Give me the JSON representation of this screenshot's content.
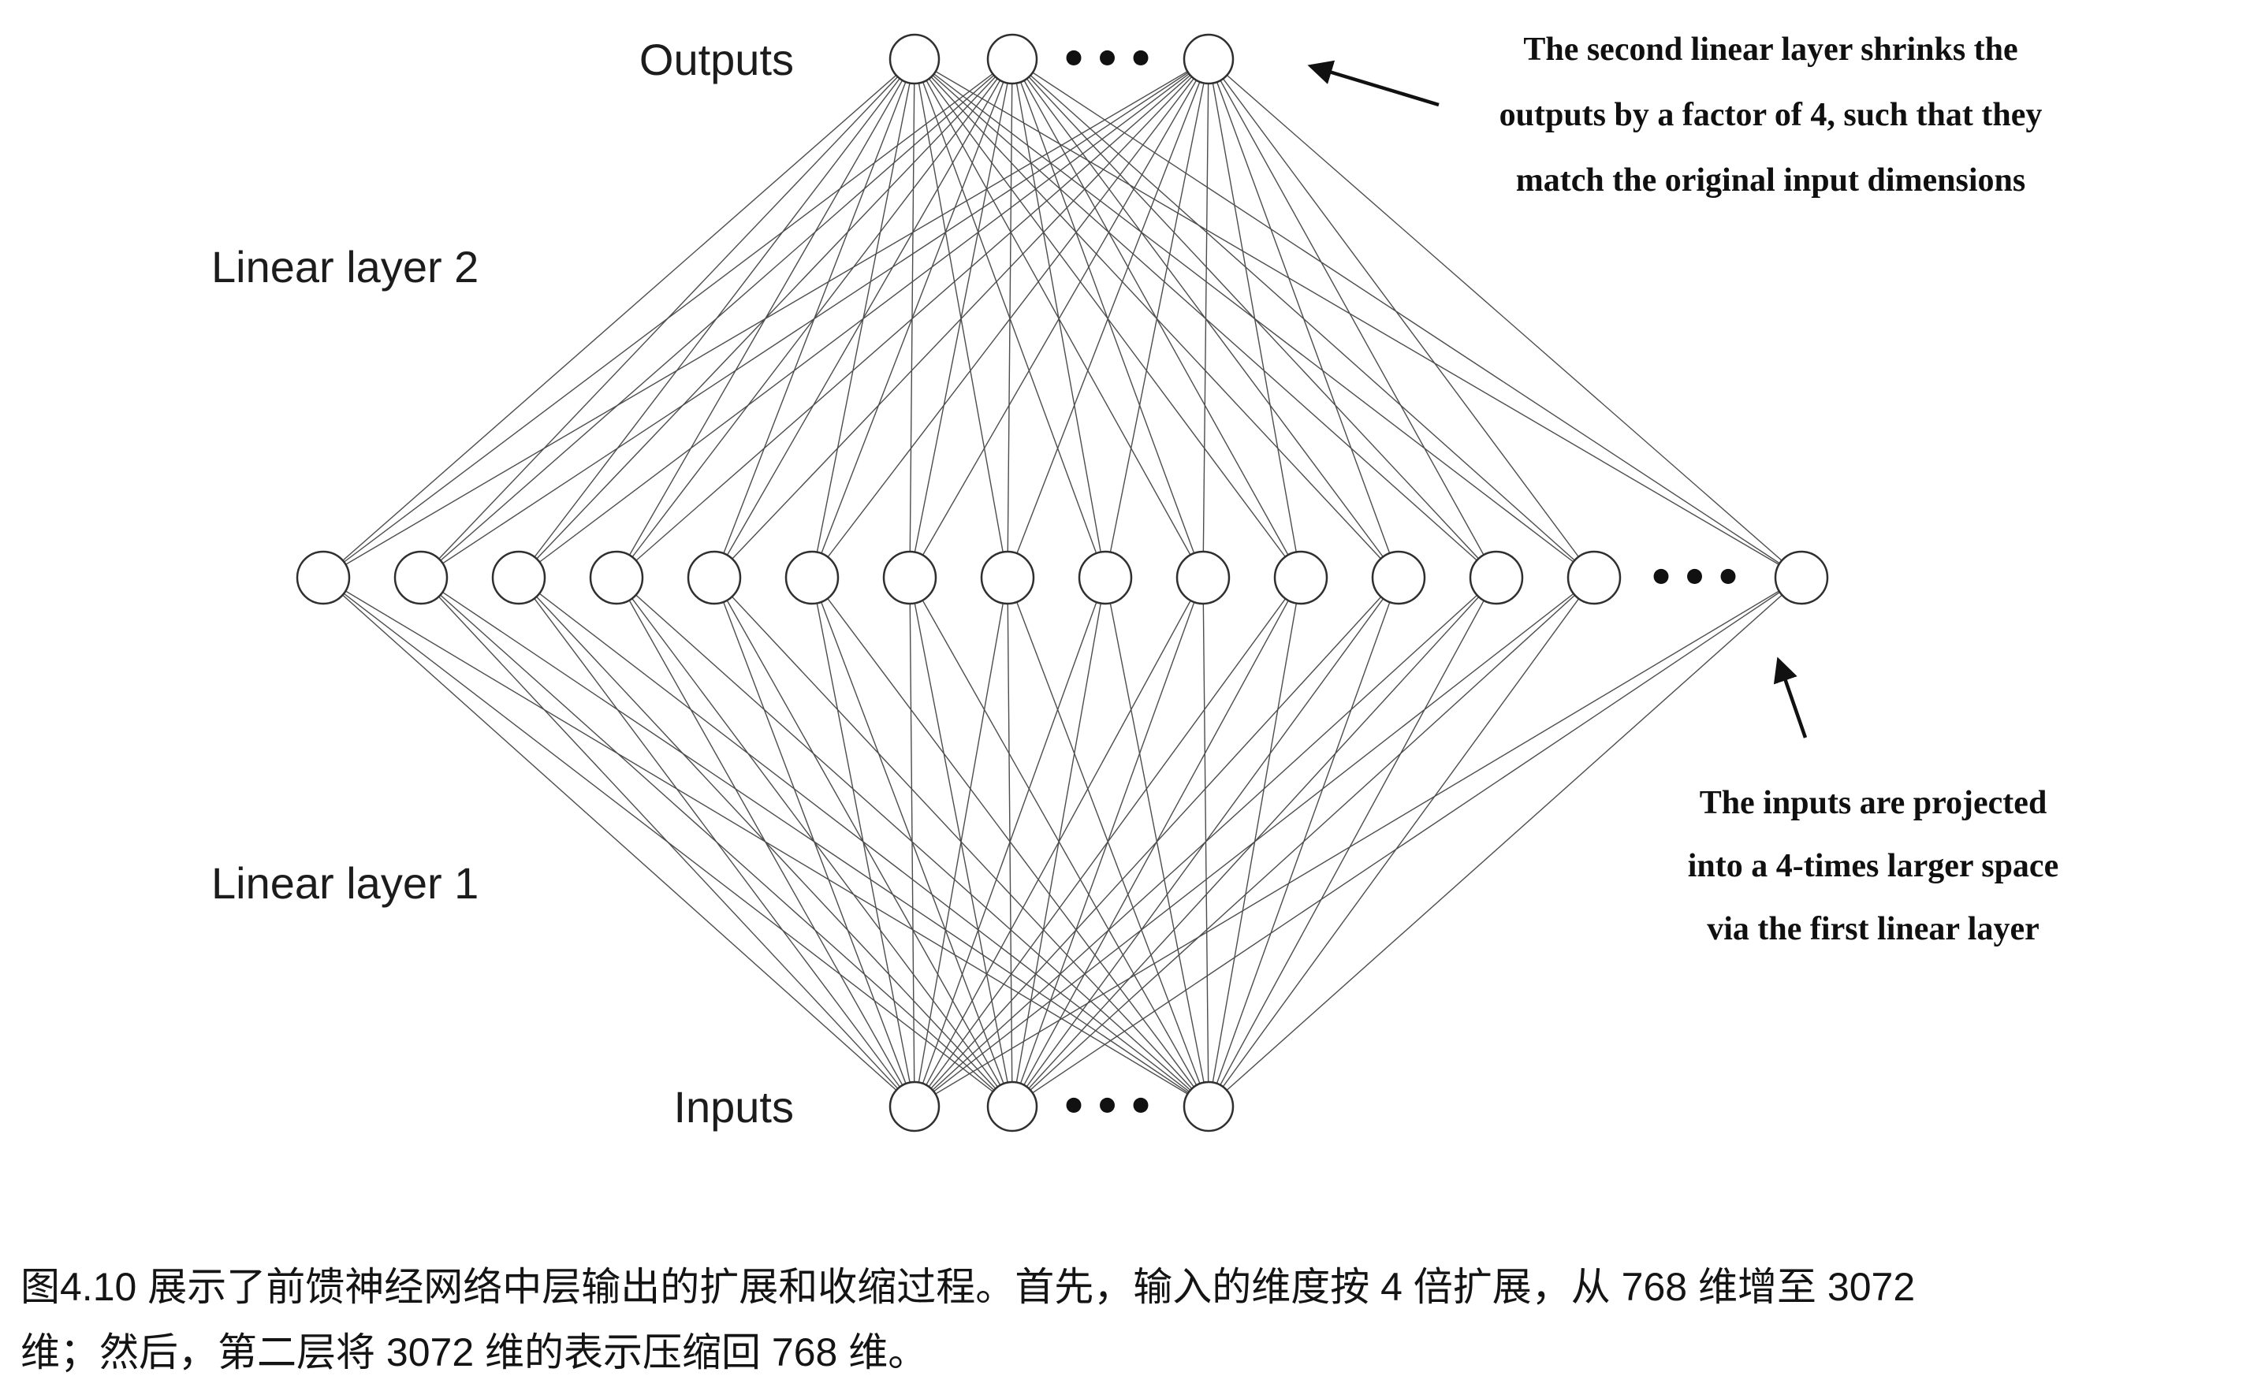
{
  "figure": {
    "labels": {
      "outputs": "Outputs",
      "inputs": "Inputs",
      "linear_layer_2": "Linear layer 2",
      "linear_layer_1": "Linear layer 1"
    },
    "annotations": {
      "shrink": [
        "The second linear layer shrinks the",
        "outputs by a factor of 4, such that they",
        "match the original input dimensions"
      ],
      "expand": [
        "The inputs are projected",
        "into a 4-times larger space",
        "via the first linear layer"
      ]
    },
    "network": {
      "visible_output_nodes": 3,
      "visible_hidden_nodes": 15,
      "visible_input_nodes": 3,
      "ellipsis_glyph": "•••",
      "node_fill": "#ffffff",
      "node_stroke": "#2f2f2f",
      "edge_color": "#4d4d4d",
      "arrow_color": "#111111"
    }
  },
  "caption": {
    "lines": [
      "图4.10 展示了前馈神经网络中层输出的扩展和收缩过程。首先，输入的维度按 4 倍扩展，从 768 维增至 3072",
      "维；然后，第二层将 3072 维的表示压缩回 768 维。"
    ]
  }
}
